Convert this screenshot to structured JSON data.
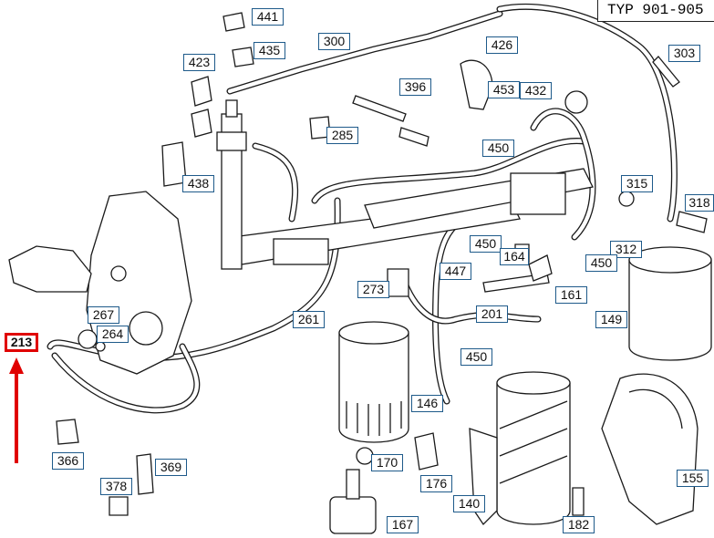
{
  "header": {
    "type_label": "TYP 901-905"
  },
  "selected": "213",
  "callouts": [
    {
      "id": "441",
      "label": "441"
    },
    {
      "id": "435",
      "label": "435"
    },
    {
      "id": "300",
      "label": "300"
    },
    {
      "id": "426",
      "label": "426"
    },
    {
      "id": "303",
      "label": "303"
    },
    {
      "id": "423",
      "label": "423"
    },
    {
      "id": "396",
      "label": "396"
    },
    {
      "id": "453",
      "label": "453"
    },
    {
      "id": "432",
      "label": "432"
    },
    {
      "id": "285",
      "label": "285"
    },
    {
      "id": "450a",
      "label": "450"
    },
    {
      "id": "438",
      "label": "438"
    },
    {
      "id": "315",
      "label": "315"
    },
    {
      "id": "318",
      "label": "318"
    },
    {
      "id": "450b",
      "label": "450"
    },
    {
      "id": "164",
      "label": "164"
    },
    {
      "id": "312",
      "label": "312"
    },
    {
      "id": "450c",
      "label": "450"
    },
    {
      "id": "447",
      "label": "447"
    },
    {
      "id": "273",
      "label": "273"
    },
    {
      "id": "161",
      "label": "161"
    },
    {
      "id": "267",
      "label": "267"
    },
    {
      "id": "264",
      "label": "264"
    },
    {
      "id": "261",
      "label": "261"
    },
    {
      "id": "201",
      "label": "201"
    },
    {
      "id": "149",
      "label": "149"
    },
    {
      "id": "213",
      "label": "213"
    },
    {
      "id": "450d",
      "label": "450"
    },
    {
      "id": "146",
      "label": "146"
    },
    {
      "id": "366",
      "label": "366"
    },
    {
      "id": "170",
      "label": "170"
    },
    {
      "id": "369",
      "label": "369"
    },
    {
      "id": "378",
      "label": "378"
    },
    {
      "id": "176",
      "label": "176"
    },
    {
      "id": "155",
      "label": "155"
    },
    {
      "id": "140",
      "label": "140"
    },
    {
      "id": "167",
      "label": "167"
    },
    {
      "id": "182",
      "label": "182"
    }
  ]
}
